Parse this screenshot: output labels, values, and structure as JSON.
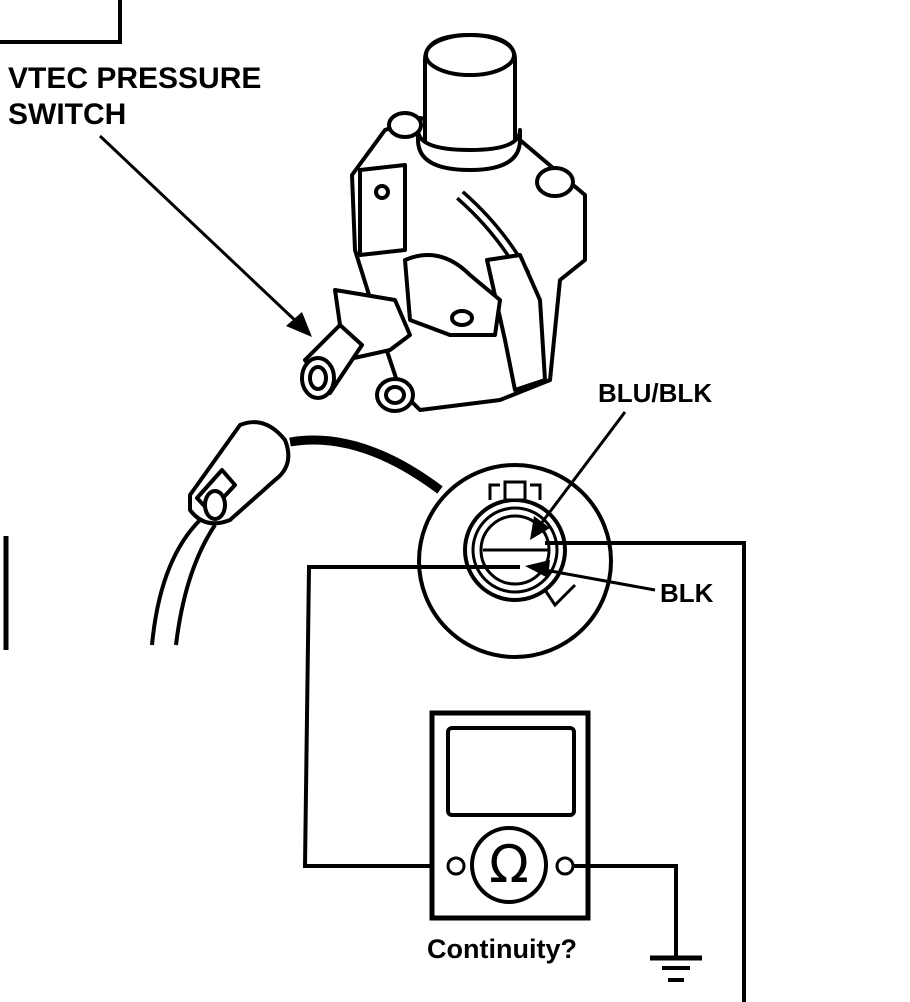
{
  "diagram": {
    "title_line1": "VTEC PRESSURE",
    "title_line2": "SWITCH",
    "terminal_labels": {
      "upper": "BLU/BLK",
      "lower": "BLK"
    },
    "meter_caption": "Continuity?",
    "meter_symbol": "Ω",
    "components": {
      "switch": "vtec-pressure-switch",
      "connector": "harness-connector",
      "meter": "ohmmeter",
      "ground": "ground-symbol"
    },
    "colors": {
      "ink": "#000000",
      "paper": "#ffffff"
    }
  }
}
